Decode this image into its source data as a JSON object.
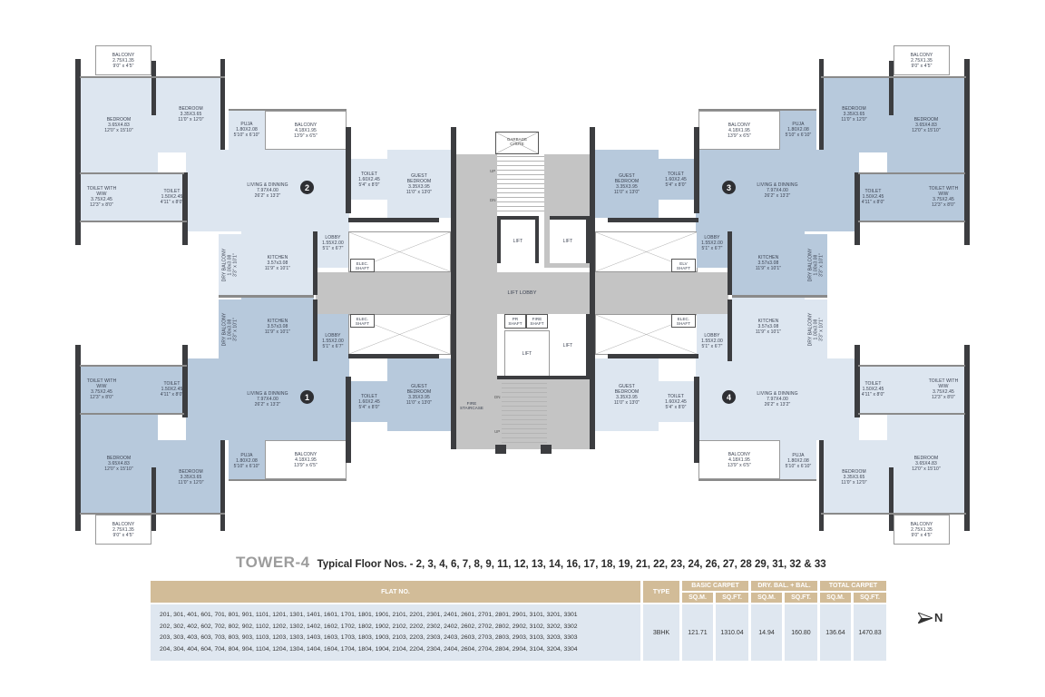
{
  "caption": {
    "tower": "TOWER-4",
    "floors": "Typical Floor Nos. - 2, 3, 4, 6, 7, 8, 9, 11, 12, 13, 14, 16, 17, 18, 19, 21, 22, 23, 24, 26, 27, 28 29, 31, 32 & 33"
  },
  "flats": {
    "f1": {
      "number": "1"
    },
    "f2": {
      "number": "2"
    },
    "f3": {
      "number": "3"
    },
    "f4": {
      "number": "4"
    }
  },
  "rooms": {
    "balcony_small": "BALCONY\n2.75X1.35\n9'0\" x 4'5\"",
    "bedroom_master": "BEDROOM\n3.65X4.83\n12'0\" x 15'10\"",
    "bedroom_second": "BEDROOM\n3.35X3.65\n11'0\" x 12'0\"",
    "puja": "PUJA\n1.80X2.08\n5'10\" x 6'10\"",
    "balcony_large": "BALCONY\n4.18X1.95\n13'9\" x 6'5\"",
    "living": "LIVING & DINNING\n7.97X4.00\n26'2\" x 13'2\"",
    "toilet_wiw": "TOILET WITH\nWIW\n3.75X2.45\n12'3\" x 8'0\"",
    "toilet_common": "TOILET\n1.50X2.45\n4'11\" x 8'0\"",
    "toilet_guest": "TOILET\n1.60X2.45\n5'4\" x 8'0\"",
    "guest_bedroom": "GUEST\nBEDROOM\n3.35X3.95\n11'0\" x 13'0\"",
    "lobby": "LOBBY\n1.55X2.00\n5'1\" x 6'7\"",
    "kitchen": "KITCHEN\n3.57x3.08\n11'9\" x 10'1\"",
    "dry_balcony": "DRY BALCONY\n1.00x3.08\n3'3\" x 10'1\""
  },
  "core": {
    "garbage_chute": "GARBAGE\nCHUTE",
    "lift": "LIFT",
    "lift_lobby": "LIFT LOBBY",
    "elec_shaft": "ELEC.\nSHAFT",
    "elv_shaft": "ELV\nSHAFT",
    "pr_shaft": "PR\nSHAFT",
    "fire_shaft": "FIRE\nSHAFT",
    "fire_staircase": "FIRE\nSTAIRCASE",
    "up": "UP",
    "dn": "DN"
  },
  "table": {
    "headers": {
      "flat_no": "FLAT NO.",
      "type": "TYPE",
      "basic_carpet": "BASIC CARPET",
      "dry_bal": "DRY. BAL. + BAL.",
      "total_carpet": "TOTAL CARPET",
      "sqm": "SQ.M.",
      "sqft": "SQ.FT."
    },
    "row": {
      "flats": [
        "201, 301, 401, 601, 701, 801, 901, 1101, 1201, 1301, 1401, 1601, 1701, 1801, 1901, 2101, 2201, 2301, 2401, 2601, 2701, 2801, 2901, 3101, 3201, 3301",
        "202, 302, 402, 602, 702, 802, 902, 1102, 1202, 1302, 1402, 1602, 1702, 1802, 1902, 2102, 2202, 2302, 2402, 2602, 2702, 2802, 2902, 3102, 3202, 3302",
        "203, 303, 403, 603, 703, 803, 903, 1103, 1203, 1303, 1403, 1603, 1703, 1803, 1903, 2103, 2203, 2303, 2403, 2603, 2703, 2803, 2903, 3103, 3203, 3303",
        "204, 304, 404, 604, 704, 804, 904, 1104, 1204, 1304, 1404, 1604, 1704, 1804, 1904, 2104, 2204, 2304, 2404, 2604, 2704, 2804, 2904, 3104, 3204, 3304"
      ],
      "type": "3BHK",
      "basic_sqm": "121.71",
      "basic_sqft": "1310.04",
      "dry_sqm": "14.94",
      "dry_sqft": "160.80",
      "total_sqm": "136.64",
      "total_sqft": "1470.83"
    }
  },
  "north": {
    "label": "N",
    "icon": "north-arrow-icon"
  },
  "colors": {
    "flat_light": "#dde6f0",
    "flat_dark": "#b7c9dc",
    "core": "#c4c4c4",
    "wall": "#3c3d40",
    "table_header": "#d2bc98",
    "table_cell": "#dfe7f0"
  }
}
